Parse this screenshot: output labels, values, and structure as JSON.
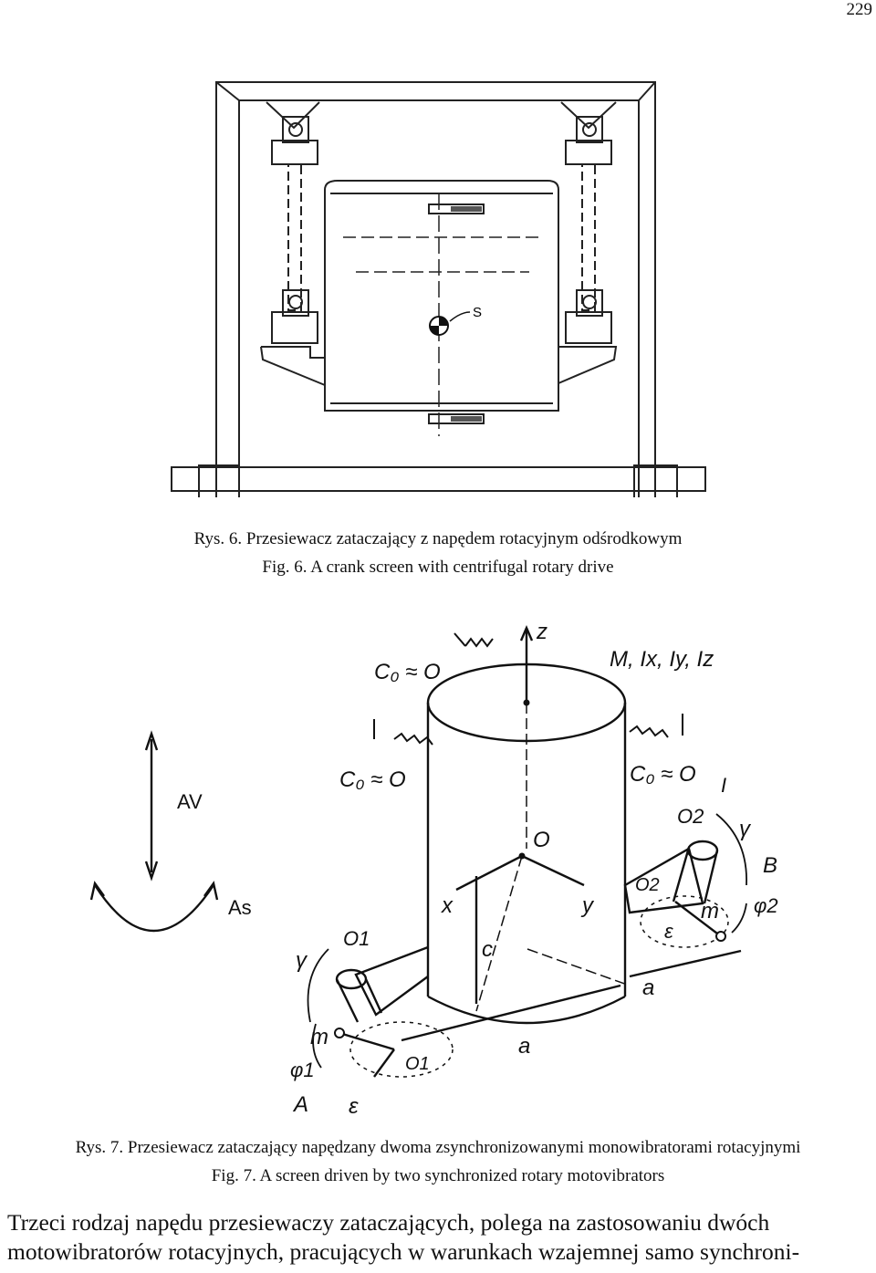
{
  "page_number": "229",
  "figure6": {
    "caption_pl": "Rys. 6. Przesiewacz zataczający z napędem rotacyjnym odśrodkowym",
    "caption_en": "Fig. 6. A crank screen with centrifugal rotary drive",
    "label_s": "S"
  },
  "figure7": {
    "caption_pl": "Rys. 7. Przesiewacz zataczający napędzany dwoma zsynchronizowanymi monowibratorami rotacyjnymi",
    "caption_en": "Fig. 7. A screen driven by two synchronized rotary motovibrators",
    "labels": {
      "z": "z",
      "mass": "M, Ix, Iy, Iz",
      "c0_top": "C₀ ≈ O",
      "c0_left": "C₀ ≈ O",
      "c0_right": "C₀ ≈ O",
      "av": "AV",
      "as": "As",
      "o": "O",
      "x": "x",
      "y": "y",
      "c": "c",
      "o1": "O1",
      "o1p": "O1",
      "o2": "O2",
      "o2p": "O2",
      "gamma_left": "γ",
      "gamma_right": "γ",
      "m_left": "m",
      "m_right": "m",
      "phi1": "φ1",
      "phi2": "φ2",
      "a_point": "A",
      "b_point": "B",
      "eps_left": "ε",
      "eps_right": "ε",
      "a_dim1": "a",
      "a_dim2": "a",
      "roman_one": "I"
    }
  },
  "body_text": {
    "line1": "Trzeci rodzaj napędu przesiewaczy zataczających, polega na zastosowaniu dwóch",
    "line2": "motowibratorów rotacyjnych, pracujących w warunkach wzajemnej samo synchroni-"
  }
}
